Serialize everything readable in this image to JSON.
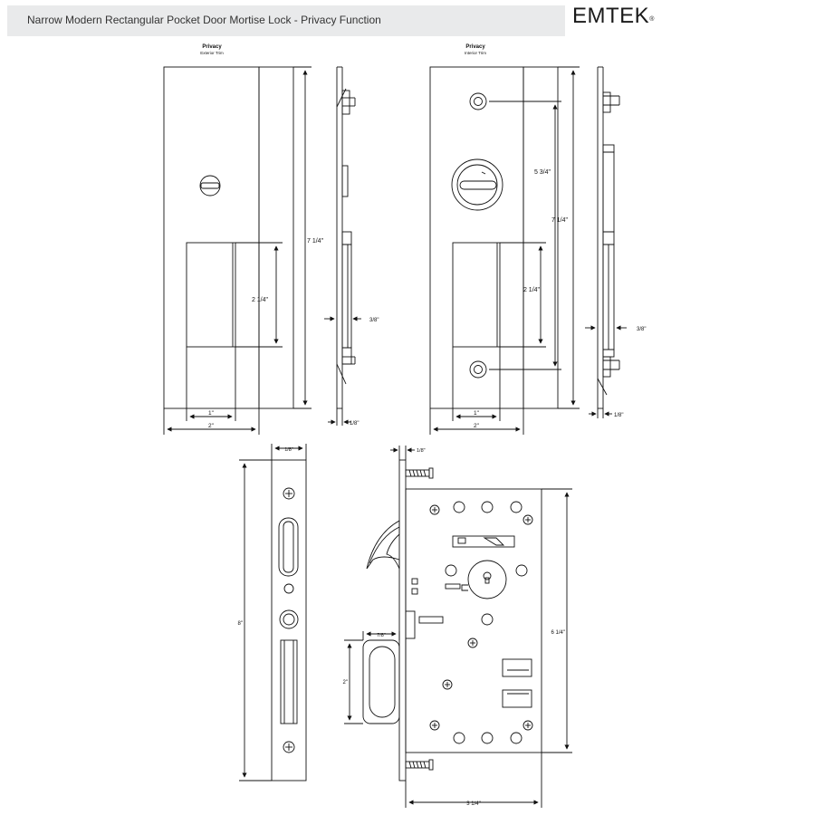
{
  "header": {
    "title": "Narrow Modern Rectangular Pocket Door Mortise Lock - Privacy Function",
    "brand": "EMTEK",
    "brand_mark": "®"
  },
  "exterior_view": {
    "label": "Privacy",
    "sublabel": "Exterior Trim",
    "dim_height": "7 1/4\"",
    "dim_pull": "2 1/4\"",
    "dim_pull_width": "1\"",
    "dim_width": "2\"",
    "dim_side_depth": "3/8\"",
    "dim_side_thickness": "1/8\""
  },
  "interior_view": {
    "label": "Privacy",
    "sublabel": "Interior Trim",
    "dim_holes": "5 3/4\"",
    "dim_height": "7 1/4\"",
    "dim_pull": "2 1/4\"",
    "dim_pull_width": "1\"",
    "dim_width": "2\"",
    "dim_side_depth": "3/8\"",
    "dim_side_thickness": "1/8\""
  },
  "faceplate_view": {
    "dim_thickness": "1/8\"",
    "dim_height": "8\""
  },
  "lock_body_view": {
    "dim_faceplate": "1/8\"",
    "dim_pull_offset": "7/8\"",
    "dim_pull_height": "2\"",
    "dim_height": "6 1/4\"",
    "dim_backset": "3 1/4\""
  }
}
